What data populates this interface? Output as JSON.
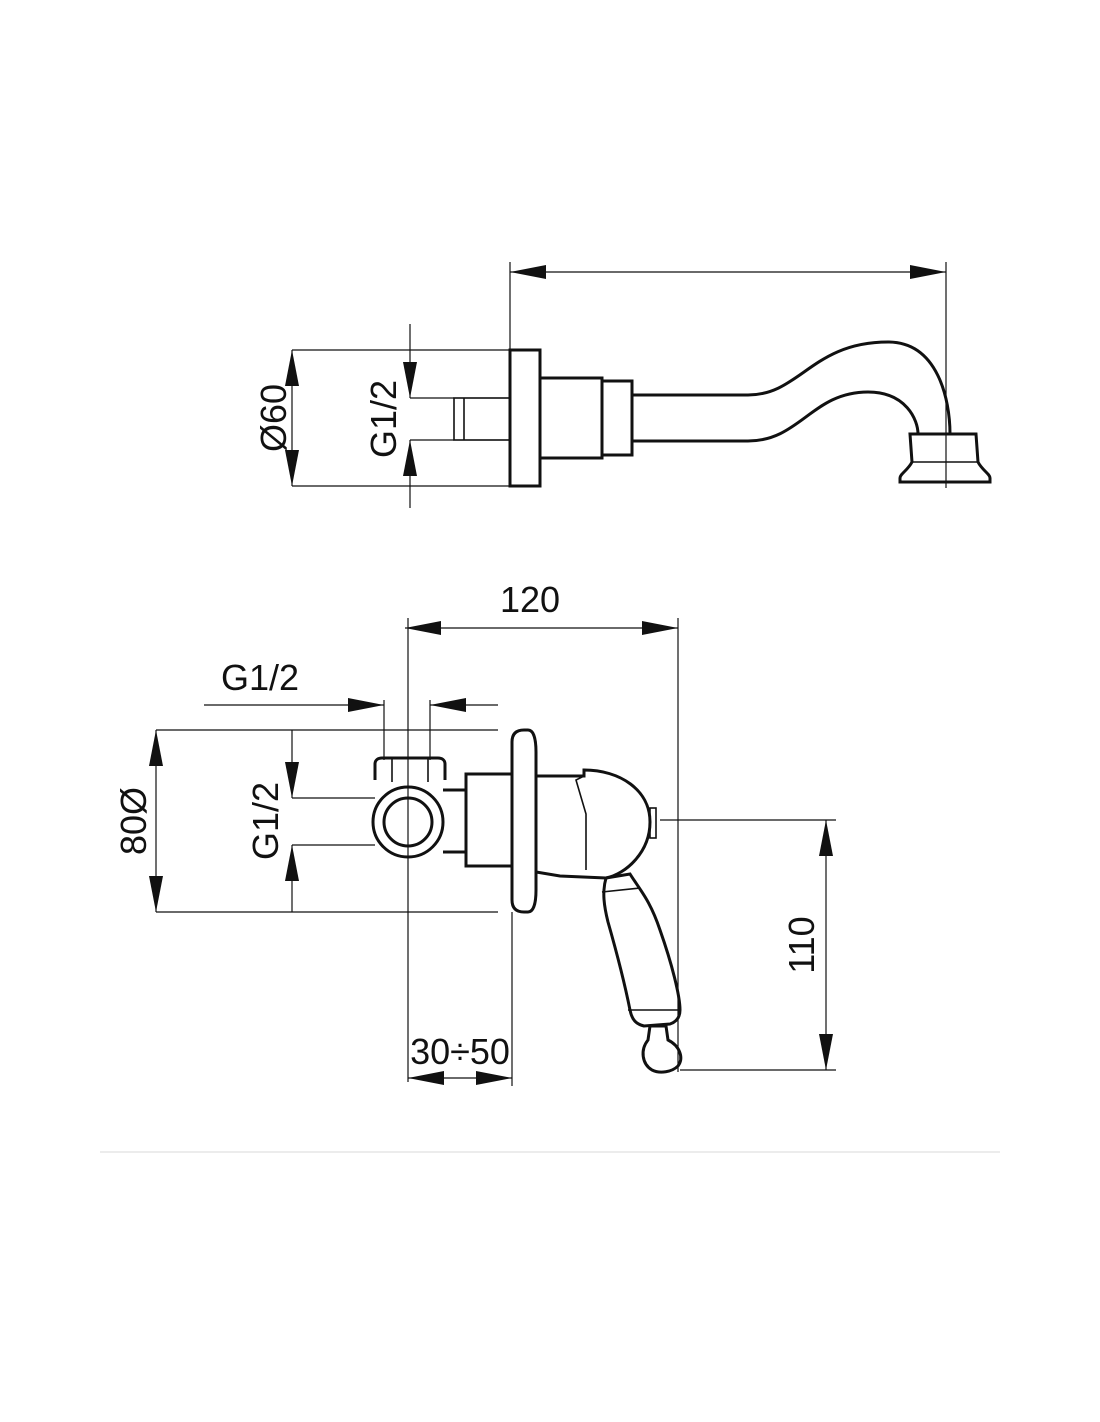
{
  "labels": {
    "top_diameter": "Ø60",
    "top_thread": "G1/2",
    "width_120": "120",
    "side_thread_horizontal": "G1/2",
    "side_diameter": "80Ø",
    "side_thread_vertical": "G1/2",
    "height_110": "110",
    "depth_range": "30÷50"
  },
  "colors": {
    "line": "#111111",
    "separator": "#e6e6e6",
    "background": "#ffffff"
  }
}
